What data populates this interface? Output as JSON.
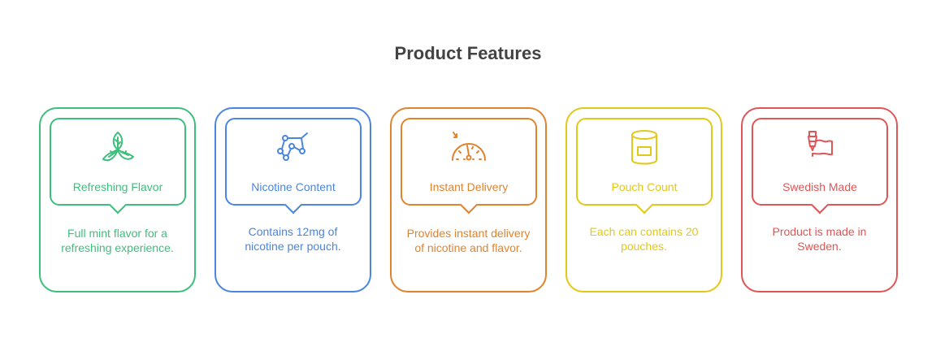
{
  "title": "Product Features",
  "colors": {
    "green": "#3dbf7c",
    "blue": "#4a86df",
    "orange": "#df832f",
    "yellow": "#e2c817",
    "red": "#e05555"
  },
  "features": [
    {
      "label": "Refreshing Flavor",
      "description": "Full mint flavor for a refreshing experience.",
      "icon": "mint-leaves-icon"
    },
    {
      "label": "Nicotine Content",
      "description": "Contains 12mg of nicotine per pouch.",
      "icon": "molecule-icon"
    },
    {
      "label": "Instant Delivery",
      "description": "Provides instant delivery of nicotine and flavor.",
      "icon": "speedometer-icon"
    },
    {
      "label": "Pouch Count",
      "description": "Each can contains 20 pouches.",
      "icon": "can-icon"
    },
    {
      "label": "Swedish Made",
      "description": "Product is made in Sweden.",
      "icon": "hand-flag-icon"
    }
  ]
}
